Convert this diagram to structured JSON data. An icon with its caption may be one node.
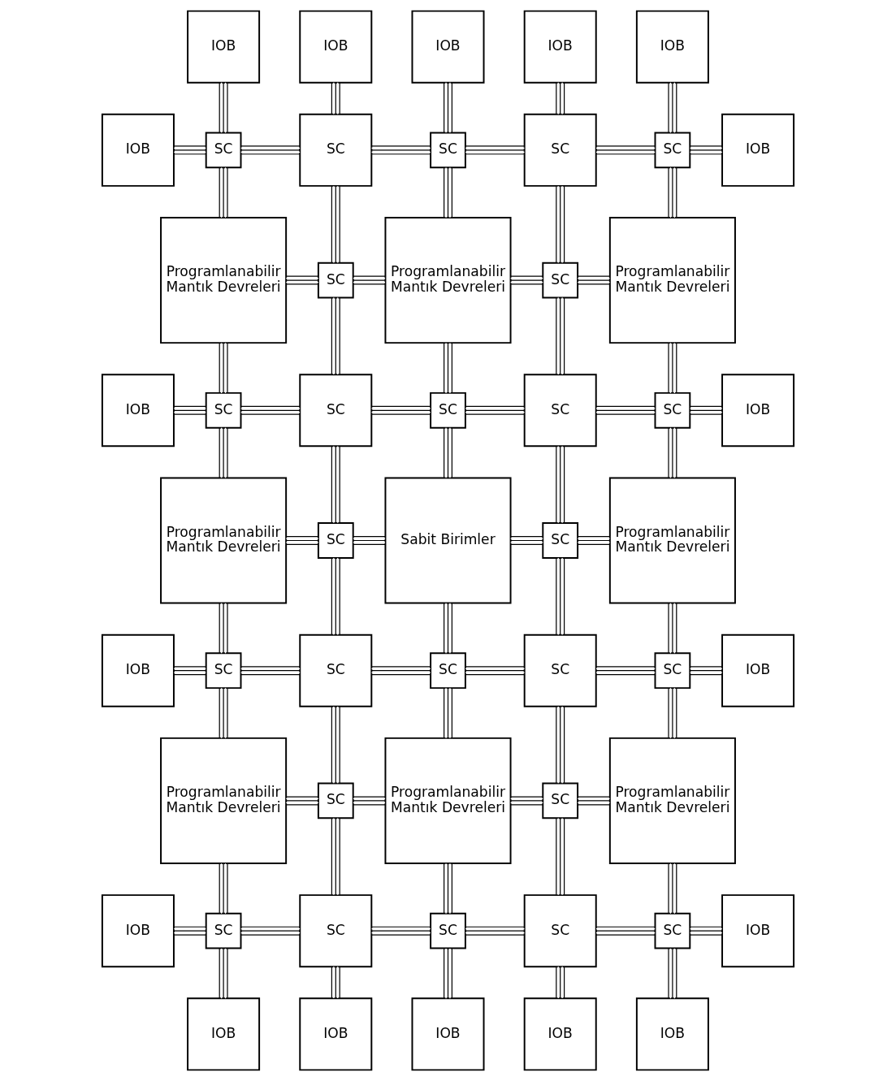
{
  "diagram": {
    "nodes": [
      {
        "text": [
          "IOB"
        ]
      },
      {
        "text": [
          "IOB"
        ]
      },
      {
        "text": [
          "IOB"
        ]
      },
      {
        "text": [
          "IOB"
        ]
      },
      {
        "text": [
          "IOB"
        ]
      },
      {
        "text": [
          "IOB"
        ]
      },
      {
        "text": [
          "SC"
        ]
      },
      {
        "text": [
          "SC"
        ]
      },
      {
        "text": [
          "SC"
        ]
      },
      {
        "text": [
          "SC"
        ]
      },
      {
        "text": [
          "SC"
        ]
      },
      {
        "text": [
          "IOB"
        ]
      },
      {
        "text": [
          "Programlanabilir Mantık Devreleri"
        ]
      },
      {
        "text": [
          "SC"
        ]
      },
      {
        "text": [
          "Programlanabilir Mantık Devreleri"
        ]
      },
      {
        "text": [
          "SC"
        ]
      },
      {
        "text": [
          "Programlanabilir Mantık Devreleri"
        ]
      },
      {
        "text": [
          "IOB"
        ]
      },
      {
        "text": [
          "SC"
        ]
      },
      {
        "text": [
          "SC"
        ]
      },
      {
        "text": [
          "SC"
        ]
      },
      {
        "text": [
          "SC"
        ]
      },
      {
        "text": [
          "SC"
        ]
      },
      {
        "text": [
          "IOB"
        ]
      },
      {
        "text": [
          "Programlanabilir Mantık Devreleri"
        ]
      },
      {
        "text": [
          "SC"
        ]
      },
      {
        "text": [
          "Sabit Birimler"
        ]
      },
      {
        "text": [
          "SC"
        ]
      },
      {
        "text": [
          "Programlanabilir Mantık Devreleri"
        ]
      },
      {
        "text": [
          "IOB"
        ]
      },
      {
        "text": [
          "SC"
        ]
      },
      {
        "text": [
          "SC"
        ]
      },
      {
        "text": [
          "SC"
        ]
      },
      {
        "text": [
          "SC"
        ]
      },
      {
        "text": [
          "SC"
        ]
      },
      {
        "text": [
          "IOB"
        ]
      },
      {
        "text": [
          "Programlanabilir Mantık Devreleri"
        ]
      },
      {
        "text": [
          "SC"
        ]
      },
      {
        "text": [
          "Programlanabilir Mantık Devreleri"
        ]
      },
      {
        "text": [
          "SC"
        ]
      },
      {
        "text": [
          "Programlanabilir Mantık Devreleri"
        ]
      },
      {
        "text": [
          "IOB"
        ]
      },
      {
        "text": [
          "SC"
        ]
      },
      {
        "text": [
          "SC"
        ]
      },
      {
        "text": [
          "SC"
        ]
      },
      {
        "text": [
          "SC"
        ]
      },
      {
        "text": [
          "SC"
        ]
      },
      {
        "text": [
          "IOB"
        ]
      },
      {
        "text": [
          "IOB"
        ]
      },
      {
        "text": [
          "IOB"
        ]
      },
      {
        "text": [
          "IOB"
        ]
      },
      {
        "text": [
          "IOB"
        ]
      },
      {
        "text": [
          "IOB"
        ]
      }
    ],
    "edges": [
      {
        "from": 0,
        "to": 6,
        "arrow": "none"
      },
      {
        "from": 1,
        "to": 7,
        "arrow": "none"
      },
      {
        "from": 2,
        "to": 8,
        "arrow": "none"
      },
      {
        "from": 3,
        "to": 9,
        "arrow": "none"
      },
      {
        "from": 4,
        "to": 10,
        "arrow": "none"
      },
      {
        "from": 5,
        "to": 6,
        "arrow": "none"
      },
      {
        "from": 6,
        "to": 7,
        "arrow": "none"
      },
      {
        "from": 7,
        "to": 8,
        "arrow": "none"
      },
      {
        "from": 8,
        "to": 9,
        "arrow": "none"
      },
      {
        "from": 9,
        "to": 10,
        "arrow": "none"
      },
      {
        "from": 10,
        "to": 11,
        "arrow": "none"
      },
      {
        "from": 6,
        "to": 12,
        "arrow": "none"
      },
      {
        "from": 7,
        "to": 13,
        "arrow": "none"
      },
      {
        "from": 8,
        "to": 14,
        "arrow": "none"
      },
      {
        "from": 9,
        "to": 15,
        "arrow": "none"
      },
      {
        "from": 10,
        "to": 16,
        "arrow": "none"
      },
      {
        "from": 12,
        "to": 13,
        "arrow": "none"
      },
      {
        "from": 13,
        "to": 14,
        "arrow": "none"
      },
      {
        "from": 14,
        "to": 15,
        "arrow": "none"
      },
      {
        "from": 15,
        "to": 16,
        "arrow": "none"
      },
      {
        "from": 12,
        "to": 18,
        "arrow": "none"
      },
      {
        "from": 13,
        "to": 19,
        "arrow": "none"
      },
      {
        "from": 14,
        "to": 20,
        "arrow": "none"
      },
      {
        "from": 15,
        "to": 21,
        "arrow": "none"
      },
      {
        "from": 16,
        "to": 22,
        "arrow": "none"
      },
      {
        "from": 17,
        "to": 18,
        "arrow": "none"
      },
      {
        "from": 18,
        "to": 19,
        "arrow": "none"
      },
      {
        "from": 19,
        "to": 20,
        "arrow": "none"
      },
      {
        "from": 20,
        "to": 21,
        "arrow": "none"
      },
      {
        "from": 21,
        "to": 22,
        "arrow": "none"
      },
      {
        "from": 22,
        "to": 23,
        "arrow": "none"
      },
      {
        "from": 18,
        "to": 24,
        "arrow": "none"
      },
      {
        "from": 19,
        "to": 25,
        "arrow": "none"
      },
      {
        "from": 20,
        "to": 26,
        "arrow": "none"
      },
      {
        "from": 21,
        "to": 27,
        "arrow": "none"
      },
      {
        "from": 22,
        "to": 28,
        "arrow": "none"
      },
      {
        "from": 24,
        "to": 25,
        "arrow": "none"
      },
      {
        "from": 25,
        "to": 26,
        "arrow": "none"
      },
      {
        "from": 26,
        "to": 27,
        "arrow": "none"
      },
      {
        "from": 27,
        "to": 28,
        "arrow": "none"
      },
      {
        "from": 24,
        "to": 30,
        "arrow": "none"
      },
      {
        "from": 25,
        "to": 31,
        "arrow": "none"
      },
      {
        "from": 26,
        "to": 32,
        "arrow": "none"
      },
      {
        "from": 27,
        "to": 33,
        "arrow": "none"
      },
      {
        "from": 28,
        "to": 34,
        "arrow": "none"
      },
      {
        "from": 29,
        "to": 30,
        "arrow": "none"
      },
      {
        "from": 30,
        "to": 31,
        "arrow": "none"
      },
      {
        "from": 31,
        "to": 32,
        "arrow": "none"
      },
      {
        "from": 32,
        "to": 33,
        "arrow": "none"
      },
      {
        "from": 33,
        "to": 34,
        "arrow": "none"
      },
      {
        "from": 34,
        "to": 35,
        "arrow": "none"
      },
      {
        "from": 30,
        "to": 36,
        "arrow": "none"
      },
      {
        "from": 31,
        "to": 37,
        "arrow": "none"
      },
      {
        "from": 32,
        "to": 38,
        "arrow": "none"
      },
      {
        "from": 33,
        "to": 39,
        "arrow": "none"
      },
      {
        "from": 34,
        "to": 40,
        "arrow": "none"
      },
      {
        "from": 36,
        "to": 37,
        "arrow": "none"
      },
      {
        "from": 37,
        "to": 38,
        "arrow": "none"
      },
      {
        "from": 38,
        "to": 39,
        "arrow": "none"
      },
      {
        "from": 39,
        "to": 40,
        "arrow": "none"
      },
      {
        "from": 36,
        "to": 42,
        "arrow": "none"
      },
      {
        "from": 37,
        "to": 43,
        "arrow": "none"
      },
      {
        "from": 38,
        "to": 44,
        "arrow": "none"
      },
      {
        "from": 39,
        "to": 45,
        "arrow": "none"
      },
      {
        "from": 40,
        "to": 46,
        "arrow": "none"
      },
      {
        "from": 41,
        "to": 42,
        "arrow": "none"
      },
      {
        "from": 42,
        "to": 43,
        "arrow": "none"
      },
      {
        "from": 43,
        "to": 44,
        "arrow": "none"
      },
      {
        "from": 44,
        "to": 45,
        "arrow": "none"
      },
      {
        "from": 45,
        "to": 46,
        "arrow": "none"
      },
      {
        "from": 46,
        "to": 47,
        "arrow": "none"
      },
      {
        "from": 42,
        "to": 48,
        "arrow": "none"
      },
      {
        "from": 43,
        "to": 49,
        "arrow": "none"
      },
      {
        "from": 44,
        "to": 50,
        "arrow": "none"
      },
      {
        "from": 45,
        "to": 51,
        "arrow": "none"
      },
      {
        "from": 46,
        "to": 52,
        "arrow": "none"
      }
    ]
  }
}
